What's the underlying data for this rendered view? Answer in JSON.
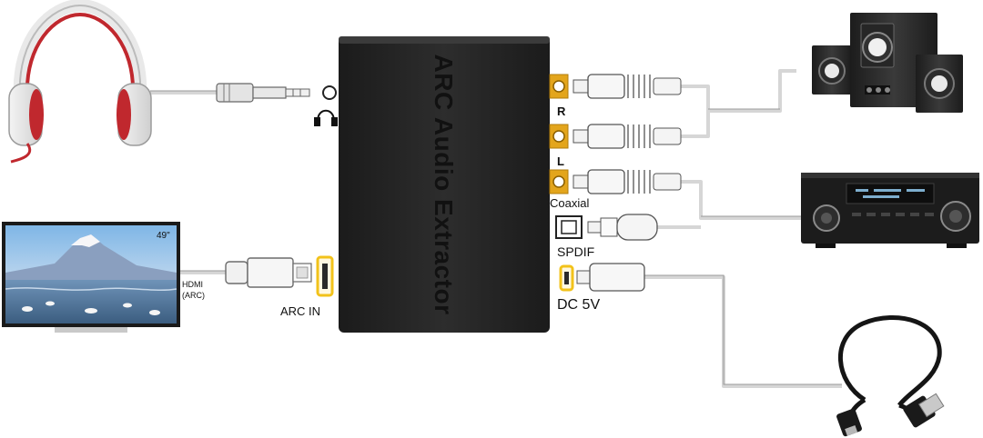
{
  "device": {
    "title": "ARC Audio Extractor",
    "color": "#232323"
  },
  "ports": {
    "right_channel": "R",
    "left_channel": "L",
    "coaxial": "Coaxial",
    "spdif": "SPDIF",
    "dc_power": "DC 5V",
    "arc_in": "ARC IN"
  },
  "tv": {
    "size_badge": "49\"",
    "cable_label_line1": "HDMI",
    "cable_label_line2": "(ARC)"
  },
  "colors": {
    "rca_jack": "#e3a51c",
    "highlight": "#f2c21a",
    "cable": "#d8d8d8",
    "headphone_accent": "#c0282e"
  },
  "icons": [
    "headphones-icon",
    "speakers-icon",
    "av-receiver-icon",
    "tv-icon",
    "usb-cable-icon"
  ]
}
